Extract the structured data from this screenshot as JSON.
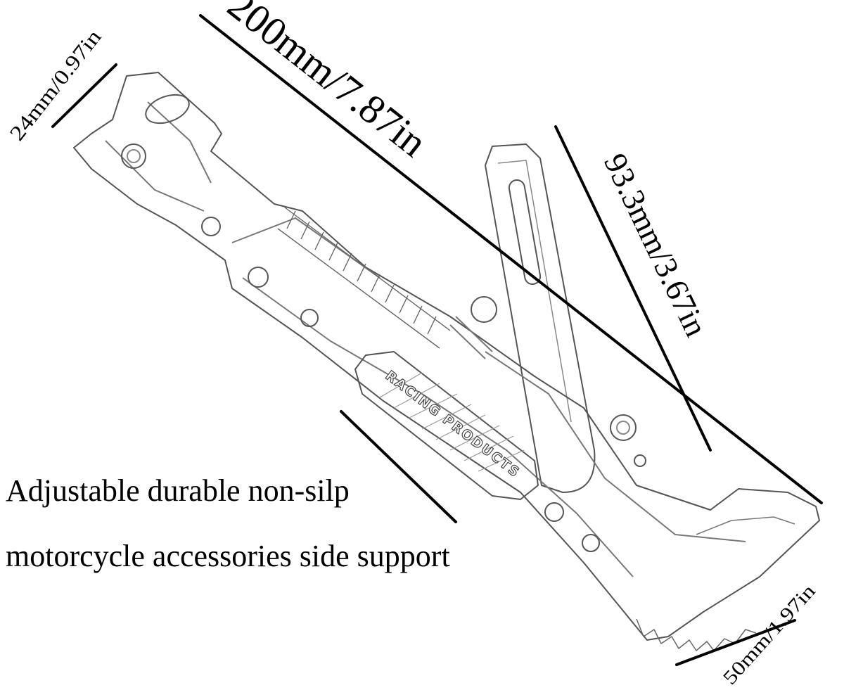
{
  "dimensions": {
    "length": "200mm/7.87in",
    "height": "93.3mm/3.67in",
    "top_width": "24mm/0.97in",
    "foot_width": "50mm/1.97in"
  },
  "product_mark": "RACING PRODUCTS",
  "caption": {
    "line1": "Adjustable durable non-silp",
    "line2": "motorcycle accessories side support"
  },
  "colors": {
    "ink": "#000000",
    "sketch": "#555555",
    "background": "#ffffff"
  }
}
